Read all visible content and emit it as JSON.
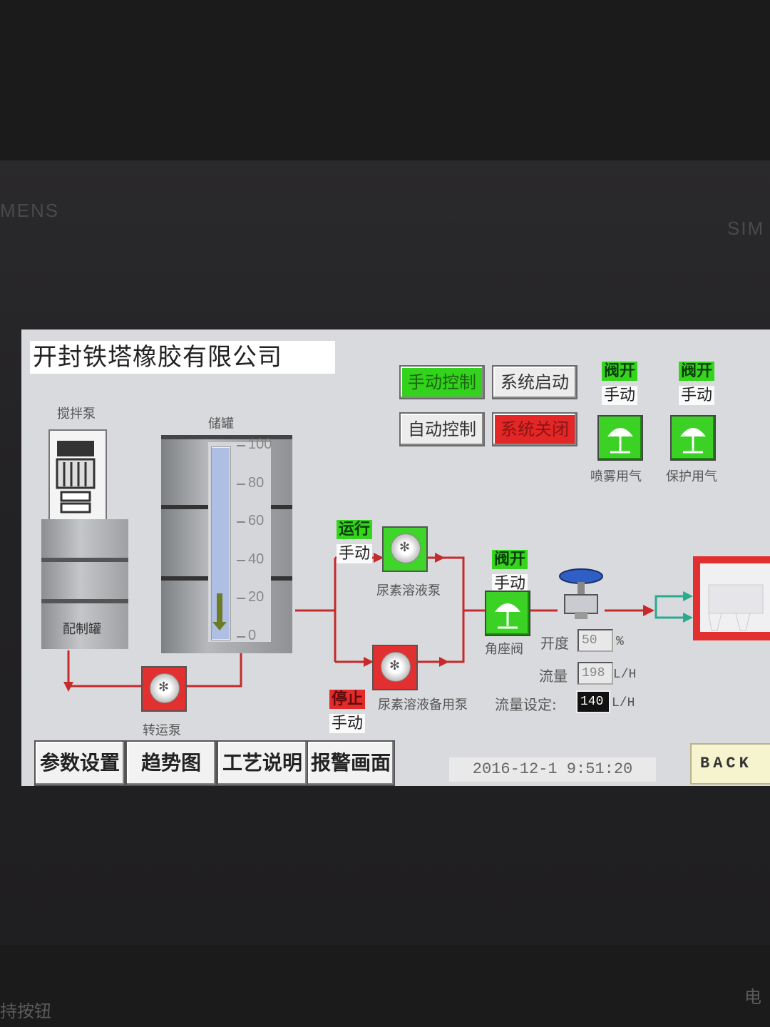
{
  "bezel": {
    "brand_left": "MENS",
    "brand_right": "SIM",
    "bottom_left": "持按钮",
    "bottom_right": "电"
  },
  "header": {
    "company": "开封铁塔橡胶有限公司"
  },
  "controls": {
    "manual": "手动控制",
    "system_start": "系统启动",
    "auto": "自动控制",
    "system_stop": "系统关闭"
  },
  "air_valves": [
    {
      "status": "阀开",
      "mode": "手动",
      "label": "喷雾用气"
    },
    {
      "status": "阀开",
      "mode": "手动",
      "label": "保护用气"
    }
  ],
  "tank": {
    "mixer_label": "搅拌泵",
    "mixing_tank_label": "配制罐",
    "storage_label": "储罐",
    "scale": [
      "100",
      "80",
      "60",
      "40",
      "20",
      "0"
    ],
    "level_percent": 100
  },
  "pumps": {
    "transfer": {
      "label": "转运泵"
    },
    "main": {
      "status": "运行",
      "mode": "手动",
      "label": "尿素溶液泵"
    },
    "backup": {
      "status": "停止",
      "mode": "手动",
      "label": "尿素溶液备用泵"
    }
  },
  "angle_valve": {
    "status": "阀开",
    "mode": "手动",
    "label": "角座阀"
  },
  "process": {
    "opening_label": "开度",
    "opening_value": "50",
    "opening_unit": "%",
    "flow_label": "流量",
    "flow_value": "198",
    "flow_unit": "L/H",
    "setpoint_label": "流量设定:",
    "setpoint_value": "140",
    "setpoint_unit": "L/H"
  },
  "nav": {
    "params": "参数设置",
    "trend": "趋势图",
    "process": "工艺说明",
    "alarm": "报警画面",
    "back": "BACK"
  },
  "datetime": "2016-12-1  9:51:20",
  "colors": {
    "pipe": "#c62a2a",
    "green": "#35d41d",
    "red": "#e32626",
    "level": "#aebfe3"
  }
}
